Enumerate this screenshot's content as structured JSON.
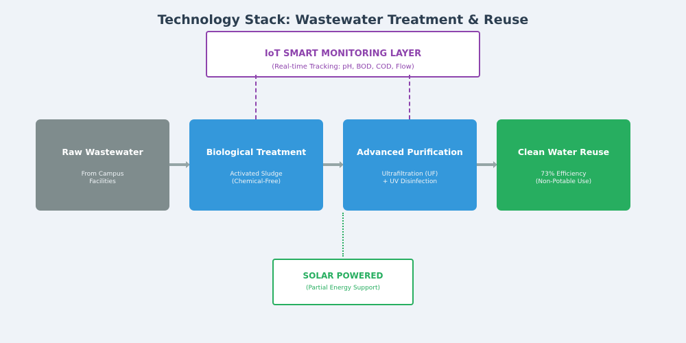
{
  "title": "Technology Stack: Wastewater Treatment & Reuse",
  "iot": {
    "heading": "IoT SMART MONITORING LAYER",
    "subtitle": "(Real-time Tracking: pH, BOD, COD, Flow)",
    "color": "#8e44ad"
  },
  "stages": [
    {
      "title": "Raw Wastewater",
      "detail": "From Campus\nFacilities",
      "color": "#7f8c8d"
    },
    {
      "title": "Biological Treatment",
      "detail": "Activated Sludge\n(Chemical-Free)",
      "color": "#3498db"
    },
    {
      "title": "Advanced Purification",
      "detail": "Ultrafiltration (UF)\n+ UV Disinfection",
      "color": "#3498db"
    },
    {
      "title": "Clean Water Reuse",
      "detail": "73% Efficiency\n(Non-Potable Use)",
      "color": "#27ae60"
    }
  ],
  "solar": {
    "heading": "SOLAR POWERED",
    "subtitle": "(Partial Energy Support)",
    "color": "#27ae60"
  },
  "connector_color": "#95a5a6"
}
